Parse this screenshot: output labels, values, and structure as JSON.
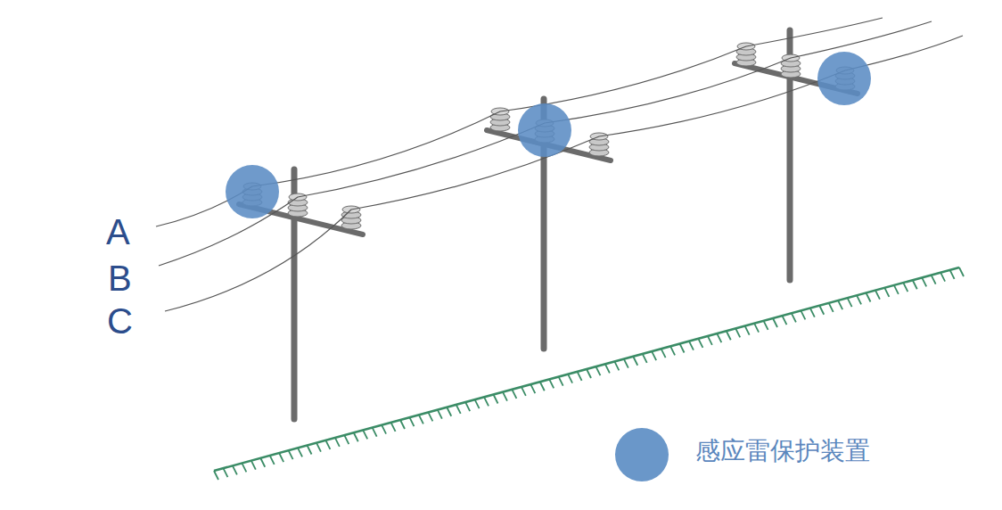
{
  "diagram": {
    "labels": [
      "A",
      "B",
      "C"
    ],
    "legend": [
      {
        "text": "感应雷保护装置",
        "color": "#6a97c9"
      }
    ]
  }
}
